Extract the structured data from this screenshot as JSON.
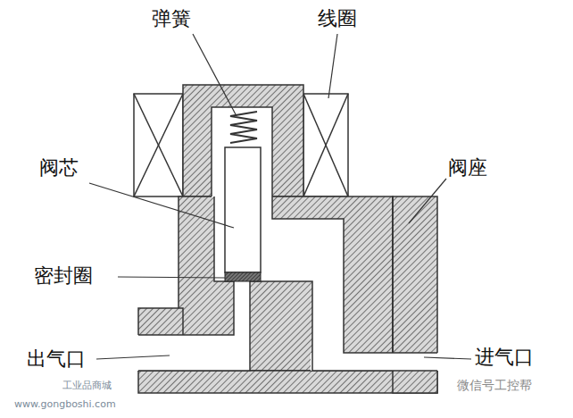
{
  "diagram": {
    "labels": [
      "弹簧",
      "线圈",
      "阀芯",
      "阀座",
      "密封圈",
      "出气口",
      "进气口",
      "工业品商城",
      "www.gongboshi.com",
      "微信号工控帮"
    ]
  }
}
